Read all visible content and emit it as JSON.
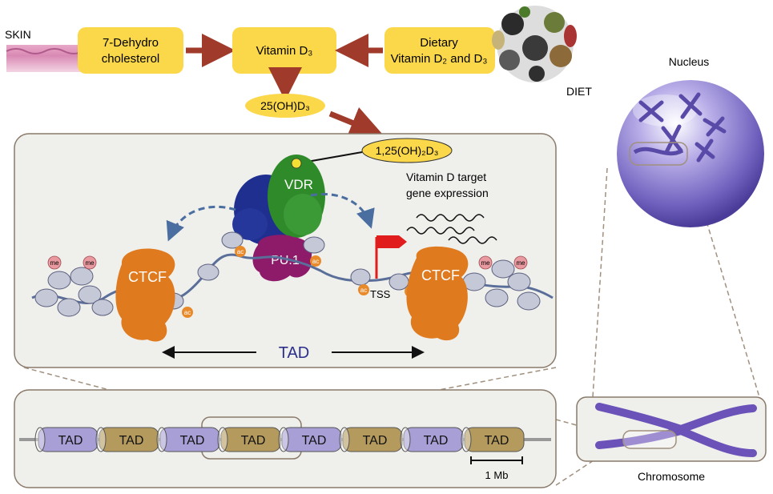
{
  "top": {
    "skin_label": "SKIN",
    "dehydro_line1": "7-Dehydro",
    "dehydro_line2": "cholesterol",
    "vitd3": "Vitamin D₃",
    "dietary_line1": "Dietary",
    "dietary_line2": "Vitamin D₂ and D₃",
    "diet_label": "DIET",
    "hydroxy": "25(OH)D₃",
    "calcitriol": "1,25(OH)₂D₃"
  },
  "panel": {
    "vdr": "VDR",
    "pu1": "PU.1",
    "ctcf_left": "CTCF",
    "ctcf_right": "CTCF",
    "target_line1": "Vitamin D target",
    "target_line2": "gene expression",
    "tss": "TSS",
    "tad": "TAD",
    "me": "me",
    "ac": "ac"
  },
  "chromosome_strip": {
    "tads": [
      "TAD",
      "TAD",
      "TAD",
      "TAD",
      "TAD",
      "TAD",
      "TAD",
      "TAD"
    ],
    "scale": "1 Mb"
  },
  "nucleus_label": "Nucleus",
  "chromosome_label": "Chromosome",
  "colors": {
    "yellow_box": "#fbd84a",
    "arrow": "#a03a2a",
    "orange_ctcf": "#e07a1f",
    "pu1": "#8e1a6a",
    "vdr_green": "#2f8a2a",
    "vdr_blue": "#1f2f8f",
    "tad_purple": "#a89fd6",
    "tad_tan": "#b59a5e",
    "panel_bg": "#efefec",
    "nucleus": "#7f6fc4"
  }
}
